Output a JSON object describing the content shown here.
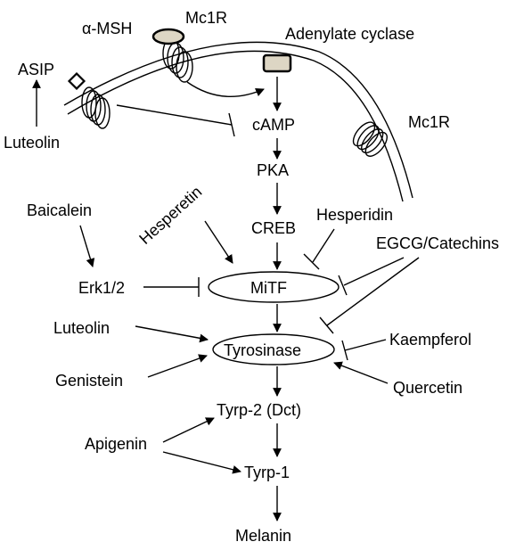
{
  "labels": {
    "alpha_msh": "α-MSH",
    "mc1r_top": "Mc1R",
    "adenylate_cyclase": "Adenylate cyclase",
    "asip": "ASIP",
    "mc1r_right": "Mc1R",
    "luteolin_top": "Luteolin",
    "camp": "cAMP",
    "pka": "PKA",
    "baicalein": "Baicalein",
    "hesperetin": "Hesperetin",
    "creb": "CREB",
    "hesperidin": "Hesperidin",
    "egcg": "EGCG/Catechins",
    "erk": "Erk1/2",
    "mitf": "MiTF",
    "luteolin_mid": "Luteolin",
    "kaempferol": "Kaempferol",
    "tyrosinase": "Tyrosinase",
    "genistein": "Genistein",
    "quercetin": "Quercetin",
    "tyrp2": "Tyrp-2 (Dct)",
    "apigenin": "Apigenin",
    "tyrp1": "Tyrp-1",
    "melanin": "Melanin"
  },
  "colors": {
    "receptor_fill": "#ddd6c4",
    "line": "#000000"
  }
}
